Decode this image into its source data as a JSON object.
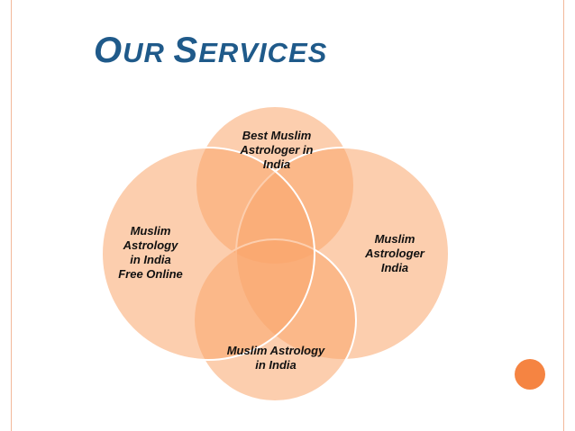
{
  "slide": {
    "title_first_letter_1": "O",
    "title_rest_1": "UR ",
    "title_first_letter_2": "S",
    "title_rest_2": "ERVICES"
  },
  "diagram": {
    "type": "venn",
    "circles": [
      {
        "id": "top",
        "label_lines": [
          "Best Muslim",
          "Astrologer in",
          "India"
        ]
      },
      {
        "id": "right",
        "label_lines": [
          "Muslim",
          "Astrologer",
          "India"
        ]
      },
      {
        "id": "bottom",
        "label_lines": [
          "Muslim Astrology",
          "in India"
        ]
      },
      {
        "id": "left",
        "label_lines": [
          "Muslim",
          "Astrology",
          "in India",
          "Free Online"
        ]
      }
    ],
    "colors": {
      "circle_fill": "#f9b382",
      "circle_stroke": "#ffffff",
      "title": "#1f5a8a",
      "accent_dot": "#f58442",
      "border": "#f2b89a"
    }
  }
}
